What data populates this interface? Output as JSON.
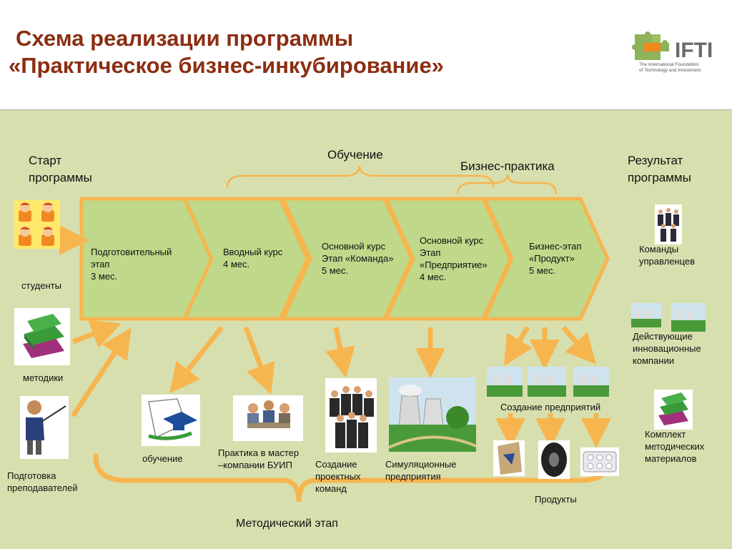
{
  "title": {
    "line1": "Схема реализации программы",
    "line2": "«Практическое бизнес-инкубирование»"
  },
  "logo": {
    "name": "IFTI",
    "tagline_line1": "The International Foundation",
    "tagline_line2": "of Technology and Investment"
  },
  "headers": {
    "start_line1": "Старт",
    "start_line2": "программы",
    "training": "Обучение",
    "business_practice": "Бизнес-практика",
    "result_line1": "Результат",
    "result_line2": "программы"
  },
  "stages": [
    {
      "line1": "Подготовительный",
      "line2": "этап",
      "line3": "3 мес."
    },
    {
      "line1": "Вводный курс",
      "line2": "4 мес.",
      "line3": ""
    },
    {
      "line1": "Основной курс",
      "line2": "Этап «Команда»",
      "line3": "5 мес."
    },
    {
      "line1": "Основной курс",
      "line2": "Этап",
      "line3": "«Предприятие»",
      "line4": "4 мес."
    },
    {
      "line1": "Бизнес-этап",
      "line2": "«Продукт»",
      "line3": "5 мес."
    }
  ],
  "inputs": {
    "students": "студенты",
    "methods": "методики",
    "teachers_line1": "Подготовка",
    "teachers_line2": "преподавателей"
  },
  "outputs": {
    "training": "обучение",
    "practice_line1": "Практика в мастер",
    "practice_line2": "–компании БУИП",
    "teams_line1": "Создание",
    "teams_line2": "проектных",
    "teams_line3": "команд",
    "simulation_line1": "Симуляционные",
    "simulation_line2": "предприятия",
    "enterprises": "Создание предприятий",
    "products": "Продукты",
    "method_stage": "Методический этап"
  },
  "results": {
    "managers_line1": "Команды",
    "managers_line2": "управленцев",
    "companies_line1": "Действующие",
    "companies_line2": "инновационные",
    "companies_line3": "компании",
    "kit_line1": "Комплект",
    "kit_line2": "методических",
    "kit_line3": "материалов"
  },
  "colors": {
    "title": "#8b2e12",
    "background": "#d8dfae",
    "arrow_fill": "#bfd88a",
    "arrow_border": "#f7b54f",
    "connector": "#f7b54f",
    "brace": "#f7b54f"
  },
  "icons": {
    "students": "students-icon",
    "methods": "books-icon",
    "teacher": "teacher-icon",
    "training": "graduation-cap-icon",
    "practice": "meeting-icon",
    "teams": "people-group-icon",
    "simulation": "factory-landscape-icon",
    "enterprise": "factory-icon",
    "product_cement": "cement-bag-icon",
    "product_tire": "tire-icon",
    "product_pills": "pills-icon",
    "managers": "managers-icon",
    "companies": "company-icon",
    "kit": "books-icon"
  }
}
